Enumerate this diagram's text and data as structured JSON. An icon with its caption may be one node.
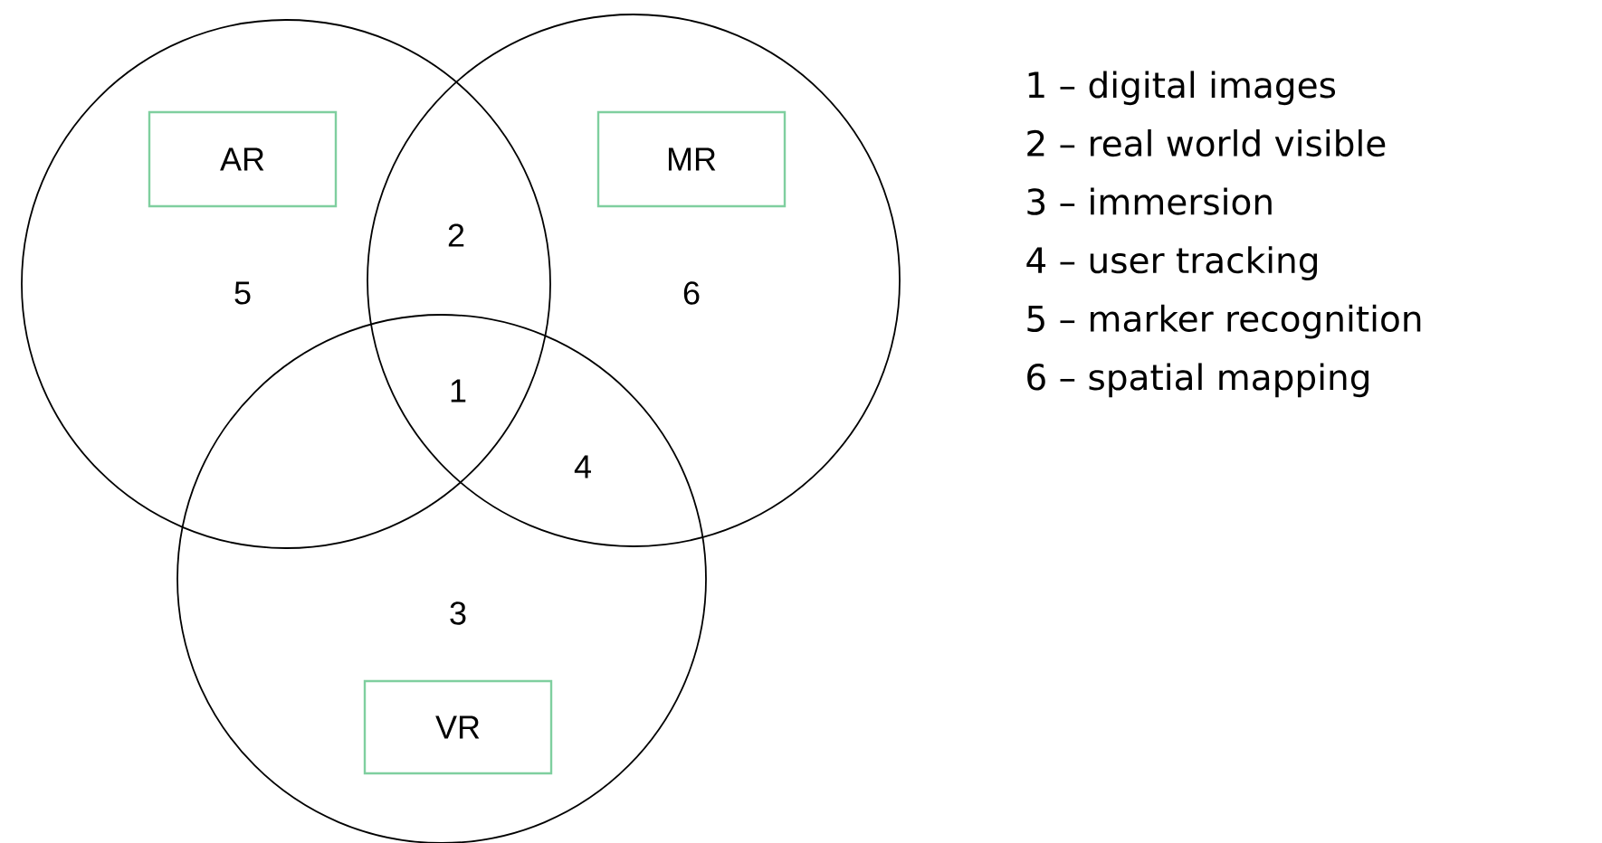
{
  "diagram": {
    "nodes": [
      {
        "text": [],
        "shape": "circle"
      },
      {
        "text": [
          "AR"
        ],
        "in": 0
      },
      {
        "text": [],
        "shape": "circle"
      },
      {
        "text": [
          "MR"
        ],
        "in": 2
      },
      {
        "text": [],
        "shape": "circle"
      },
      {
        "text": [
          "VR"
        ],
        "in": 4
      }
    ],
    "labels": [
      "2",
      "5",
      "6",
      "1",
      "4",
      "3",
      "1 – digital images",
      "2 – real world visible",
      "3 – immersion",
      "4 – user tracking",
      "5 – marker recognition",
      "6 – spatial mapping"
    ]
  }
}
